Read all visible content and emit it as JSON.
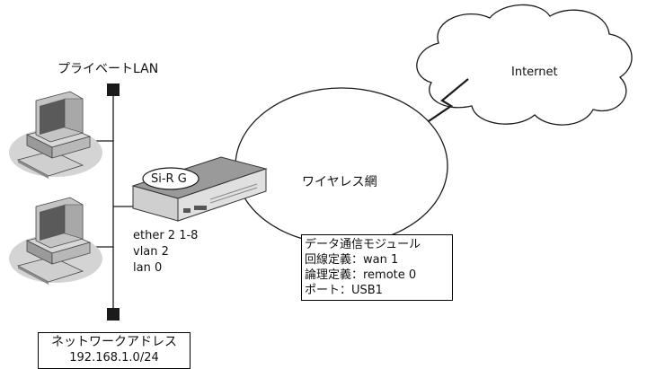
{
  "labels": {
    "private_lan": "プライベートLAN",
    "internet": "Internet",
    "wireless_network": "ワイヤレス網",
    "router_badge": "Si-R G"
  },
  "router_config": {
    "line1": "ether 2 1-8",
    "line2": "vlan 2",
    "line3": "lan 0"
  },
  "module_box": {
    "line1": "データ通信モジュール",
    "line2": "回線定義：wan 1",
    "line3": "論理定義：remote 0",
    "line4": "ポート：USB1"
  },
  "network_box": {
    "line1": "ネットワークアドレス",
    "line2": "192.168.1.0/24"
  },
  "colors": {
    "line": "#1a1a1a",
    "device_gray": "#bdbdbd",
    "device_dark": "#6b6b6b",
    "shadow": "#d0d0d0",
    "router_top": "#9a9a9a",
    "router_front": "#d9d9d9"
  }
}
